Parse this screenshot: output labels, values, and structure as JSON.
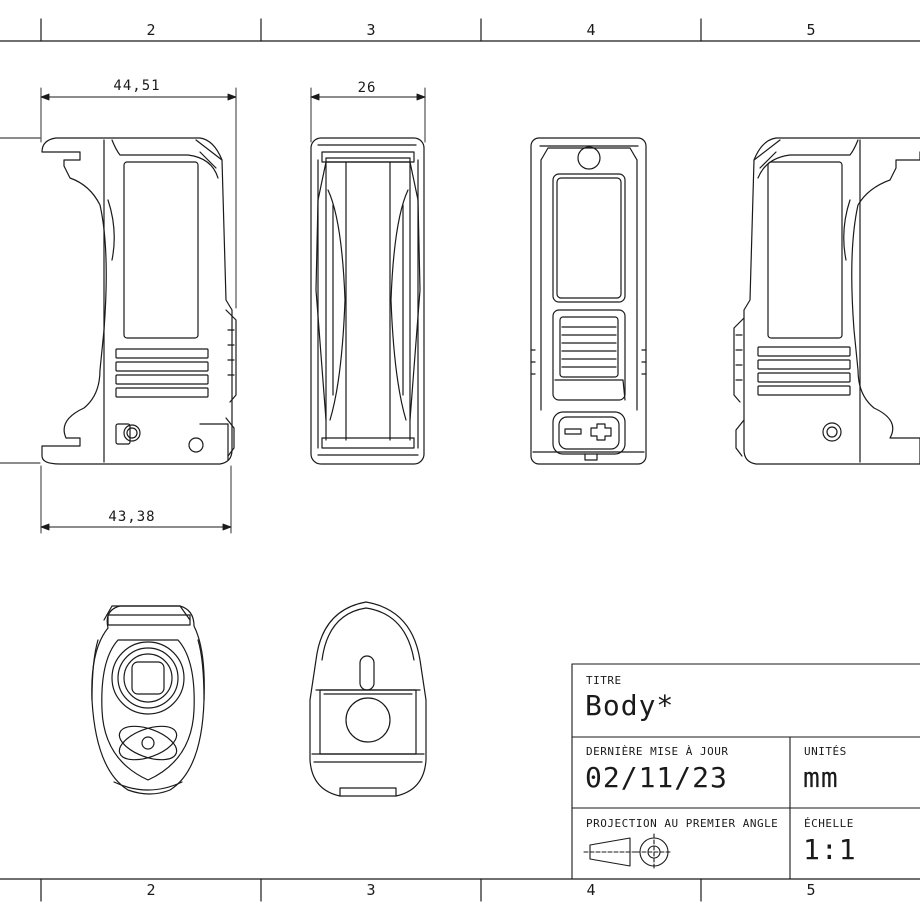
{
  "zones": {
    "top": [
      "2",
      "3",
      "4",
      "5"
    ],
    "bottom": [
      "2",
      "3",
      "4",
      "5"
    ]
  },
  "dimensions": {
    "side_top_width": "44,51",
    "front_width": "26",
    "side_bottom_width": "43,38"
  },
  "title_block": {
    "title_label": "TITRE",
    "title_value": "Body*",
    "updated_label": "DERNIÈRE MISE À JOUR",
    "updated_value": "02/11/23",
    "units_label": "UNITÉS",
    "units_value": "mm",
    "projection_label": "PROJECTION AU PREMIER ANGLE",
    "scale_label": "ÉCHELLE",
    "scale_value": "1:1"
  },
  "colors": {
    "line": "#1a1a1a",
    "paper": "#ffffff"
  }
}
